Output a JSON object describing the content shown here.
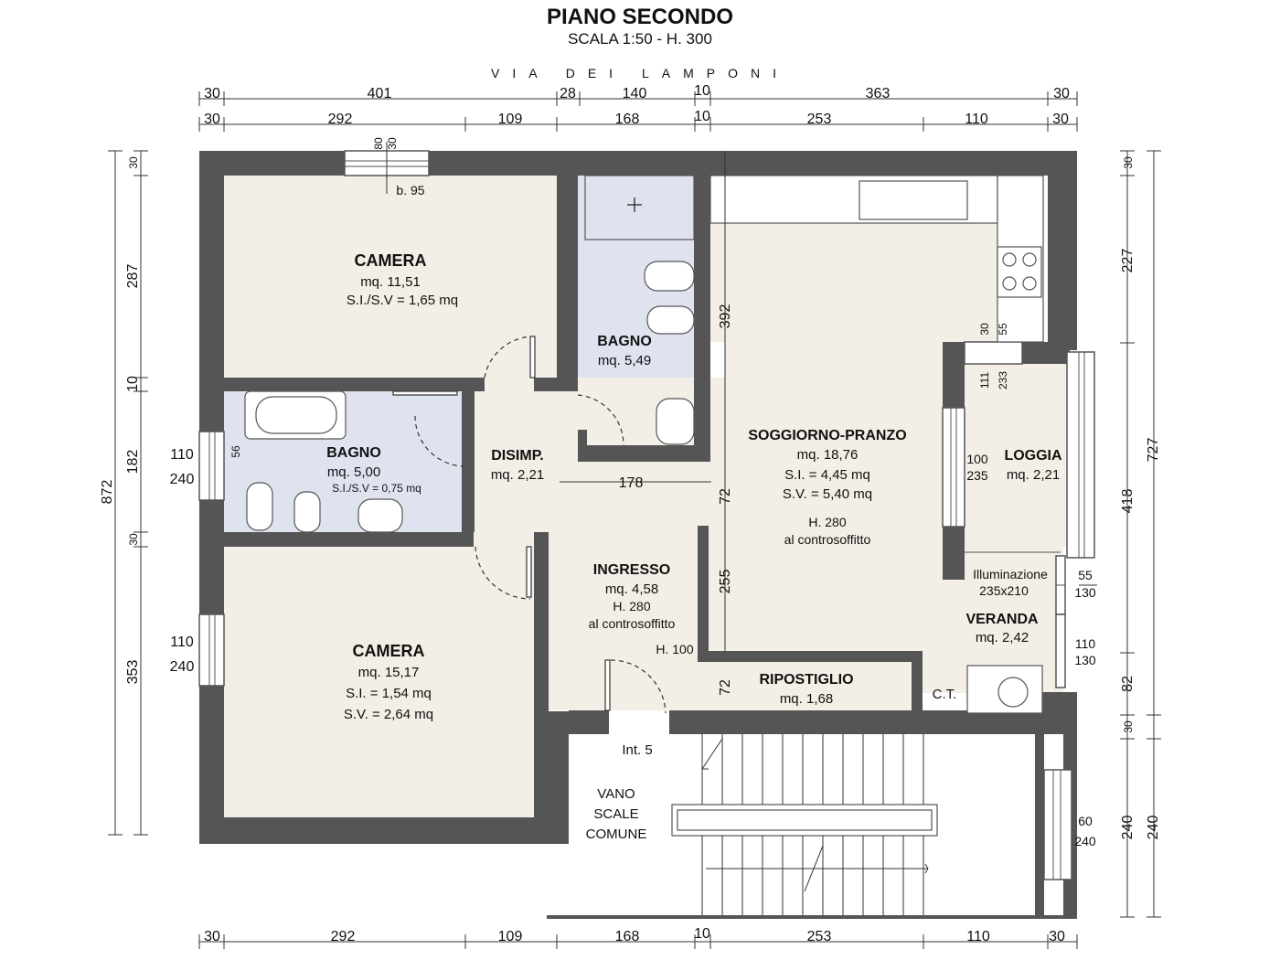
{
  "header": {
    "title": "PIANO SECONDO",
    "subtitle": "SCALA 1:50 - H. 300",
    "street": "VIA DEI LAMPONI"
  },
  "dims_top1": [
    "30",
    "401",
    "28",
    "140",
    "10",
    "363",
    "30"
  ],
  "dims_top2": [
    "30",
    "292",
    "109",
    "168",
    "10",
    "253",
    "110",
    "30"
  ],
  "dims_bottom": [
    "30",
    "292",
    "109",
    "168",
    "10",
    "253",
    "110",
    "30"
  ],
  "dims_left_outer": "872",
  "dims_left_inner": [
    "30",
    "287",
    "10",
    "182",
    "30",
    "353"
  ],
  "dims_right_outer": "727",
  "dims_right_inner": [
    "30",
    "227",
    "418",
    "82",
    "30",
    "240"
  ],
  "dims_right_far": "240",
  "rooms": {
    "camera1": {
      "name": "CAMERA",
      "area": "mq. 11,51",
      "extra": "S.I./S.V = 1,65 mq"
    },
    "bagno1": {
      "name": "BAGNO",
      "area": "mq. 5,49"
    },
    "bagno2": {
      "name": "BAGNO",
      "area": "mq. 5,00",
      "extra": "S.I./S.V = 0,75 mq"
    },
    "disimp": {
      "name": "DISIMP.",
      "area": "mq. 2,21"
    },
    "soggiorno": {
      "name": "SOGGIORNO-PRANZO",
      "area": "mq. 18,76",
      "si": "S.I. = 4,45 mq",
      "sv": "S.V. = 5,40 mq",
      "h": "H. 280",
      "h2": "al controsoffitto"
    },
    "loggia": {
      "name": "LOGGIA",
      "area": "mq. 2,21"
    },
    "ingresso": {
      "name": "INGRESSO",
      "area": "mq. 4,58",
      "h": "H. 280",
      "h2": "al controsoffitto"
    },
    "camera2": {
      "name": "CAMERA",
      "area": "mq. 15,17",
      "si": "S.I. = 1,54 mq",
      "sv": "S.V. = 2,64 mq"
    },
    "veranda": {
      "name": "VERANDA",
      "area": "mq. 2,42",
      "illum": "Illuminazione",
      "illum2": "235x210"
    },
    "ripostiglio": {
      "name": "RIPOSTIGLIO",
      "area": "mq. 1,68"
    },
    "ct": {
      "name": "C.T."
    },
    "vano": {
      "l1": "VANO",
      "l2": "SCALE",
      "l3": "COMUNE"
    },
    "int": {
      "name": "Int. 5"
    }
  },
  "internal_dims": {
    "d178": "178",
    "d392": "392",
    "d72a": "72",
    "d255": "255",
    "d72b": "72",
    "h100": "H. 100",
    "b95": "b. 95",
    "w80": "80",
    "w30": "30",
    "w1_a": "110",
    "w1_b": "240",
    "w1_c": "56",
    "w2_a": "110",
    "w2_b": "240",
    "l100": "100",
    "l235": "235",
    "l111": "111",
    "l233": "233",
    "l30": "30",
    "l55": "55",
    "v55": "55",
    "v130": "130",
    "v110": "110",
    "v130b": "130",
    "s60": "60",
    "s240": "240"
  },
  "colors": {
    "wall": "#555555",
    "floor": "#f3efe6",
    "wet": "#dfe3ef"
  }
}
